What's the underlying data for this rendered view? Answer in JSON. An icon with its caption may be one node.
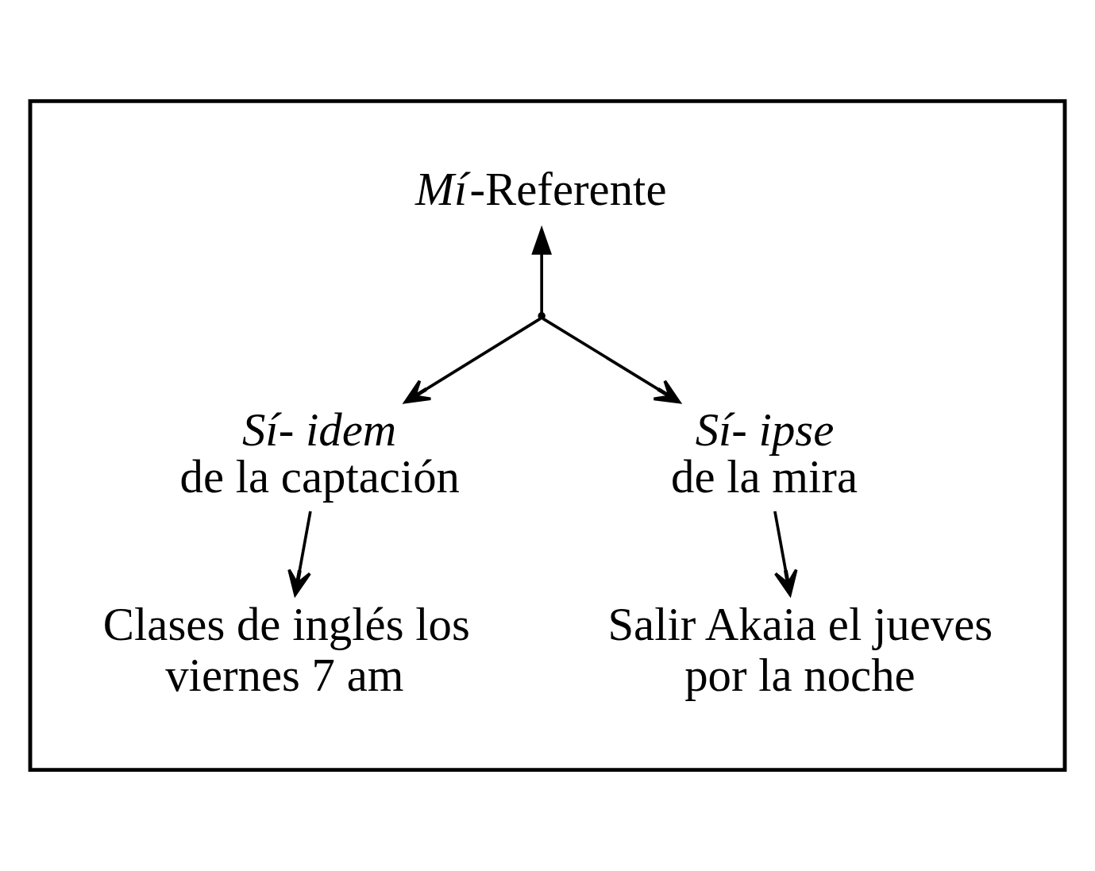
{
  "diagram": {
    "nodes": [
      {
        "text": [],
        "shape": "box"
      },
      {
        "text": [
          "*Mí*-Referente"
        ],
        "in": 0
      },
      {
        "text": [],
        "shape": "point",
        "in": 0
      },
      {
        "text": [
          "Sí- idem",
          "de la captación"
        ],
        "in": 0
      },
      {
        "text": [
          "Sí- ipse",
          "de la mira"
        ],
        "in": 0
      },
      {
        "text": [
          "Clases de inglés los viernes 7 am"
        ],
        "in": 0
      },
      {
        "text": [
          "Salir Akaia el jueves por la noche"
        ],
        "in": 0
      }
    ],
    "edges": [
      {
        "from": 2,
        "to": 1,
        "arrow": "to"
      },
      {
        "from": 2,
        "to": 3,
        "arrow": "to"
      },
      {
        "from": 2,
        "to": 4,
        "arrow": "to"
      },
      {
        "from": 3,
        "to": 5,
        "arrow": "to"
      },
      {
        "from": 4,
        "to": 6,
        "arrow": "to"
      }
    ]
  }
}
